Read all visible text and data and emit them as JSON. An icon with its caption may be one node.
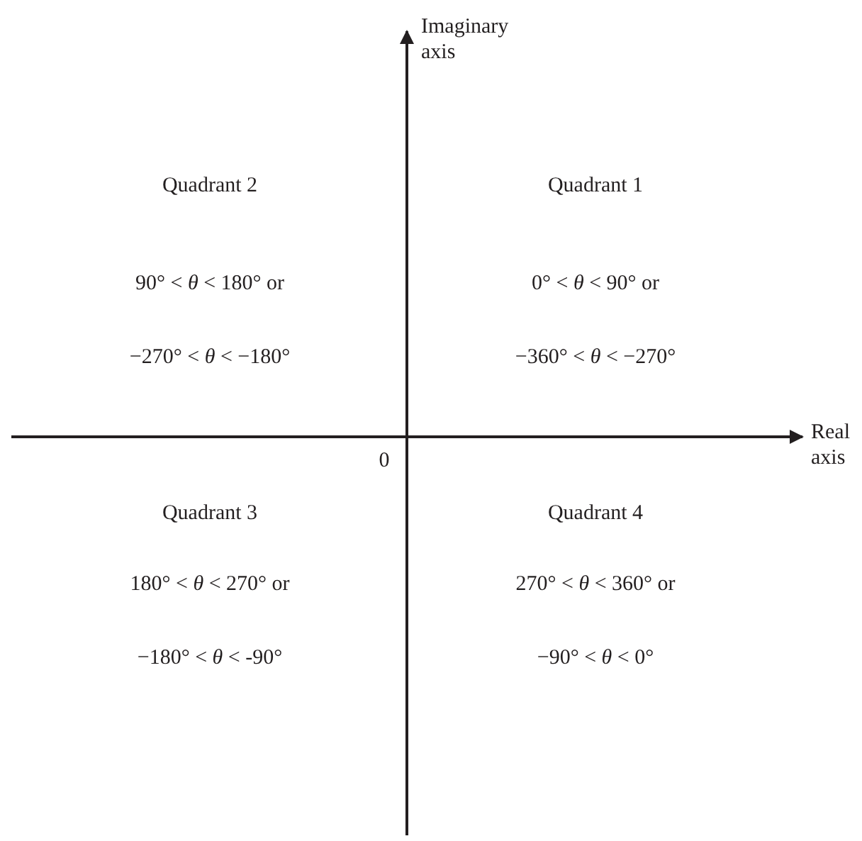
{
  "diagram": {
    "labels": [
      "Imaginary axis",
      "Quadrant 2",
      "Quadrant 1",
      "90° < *θ* < 180° or",
      "0° < *θ* < 90° or",
      "−270° < *θ* < −180°",
      "−360° < *θ* < −270°",
      "Real axis",
      "0",
      "Quadrant 3",
      "Quadrant 4",
      "180° < *θ* < 270° or",
      "270° < *θ* < 360° or",
      "−180° < *θ* < -90°",
      "−90° < *θ* < 0°"
    ]
  }
}
